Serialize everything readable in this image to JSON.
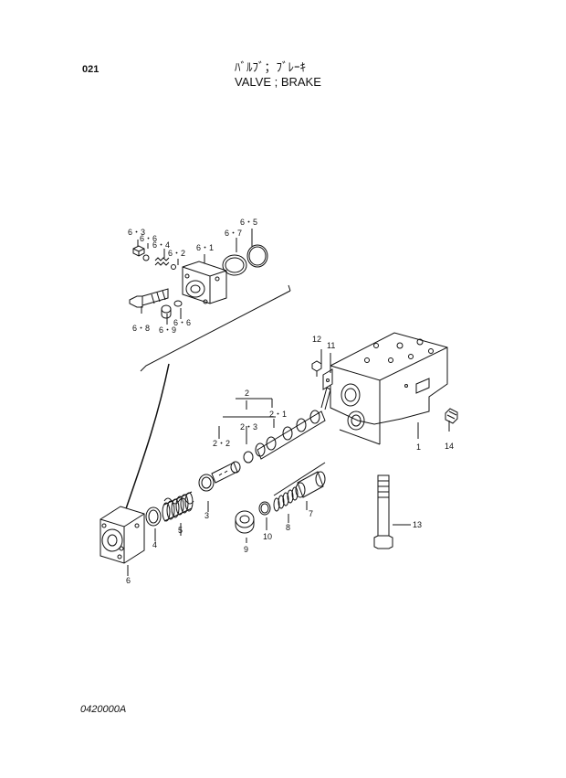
{
  "header": {
    "page_number": "021",
    "title_jp": "ﾊﾞﾙﾌﾞ；ﾌﾞﾚｰｷ",
    "title_en": "VALVE ; BRAKE"
  },
  "footer": {
    "drawing_code": "0420000A"
  },
  "callouts": {
    "p1": "1",
    "p2": "2",
    "p2_1": "2・1",
    "p2_2": "2・2",
    "p2_3": "2・3",
    "p3": "3",
    "p4": "4",
    "p5": "5",
    "p6": "6",
    "p6_1": "6・1",
    "p6_2": "6・2",
    "p6_3": "6・3",
    "p6_4": "6・4",
    "p6_5": "6・5",
    "p6_6a": "6・6",
    "p6_6b": "6・6",
    "p6_7": "6・7",
    "p6_8": "6・8",
    "p6_9": "6・9",
    "p7": "7",
    "p8": "8",
    "p9": "9",
    "p10": "10",
    "p11": "11",
    "p12": "12",
    "p13": "13",
    "p14": "14"
  }
}
